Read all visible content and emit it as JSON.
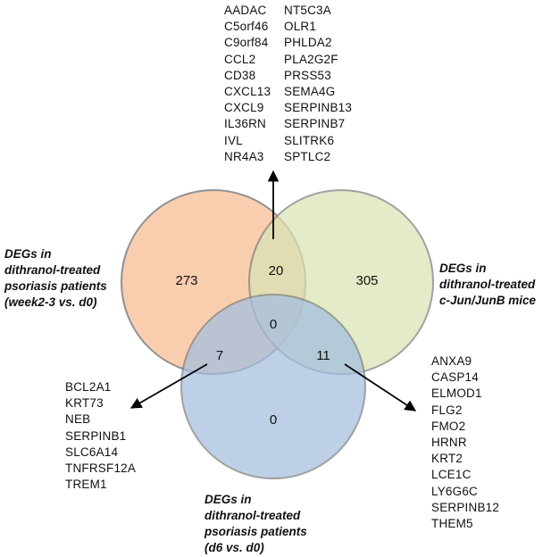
{
  "diagram": {
    "sets": [
      {
        "id": "week",
        "label_lines": [
          "DEGs in",
          "dithranol-treated",
          "psoriasis patients",
          "(week2-3 vs. d0)"
        ],
        "fill": "#f9c6a2",
        "stroke": "#7f7f7f"
      },
      {
        "id": "mice",
        "label_lines": [
          "DEGs in",
          "dithranol-treated",
          "c-Jun/JunB mice"
        ],
        "fill": "#d9e4b4",
        "stroke": "#7f7f7f"
      },
      {
        "id": "d6",
        "label_lines": [
          "DEGs in",
          "dithranol-treated",
          "psoriasis patients",
          "(d6 vs. d0)"
        ],
        "fill": "#a4bee0",
        "stroke": "#7f7f7f"
      }
    ],
    "counts": {
      "week_only": "273",
      "mice_only": "305",
      "d6_only": "0",
      "week_mice": "20",
      "week_d6": "7",
      "mice_d6": "11",
      "all_three": "0"
    },
    "gene_lists": {
      "week_mice": {
        "col1": [
          "AADAC",
          "C5orf46",
          "C9orf84",
          "CCL2",
          "CD38",
          "CXCL13",
          "CXCL9",
          "IL36RN",
          "IVL",
          "NR4A3"
        ],
        "col2": [
          "NT5C3A",
          "OLR1",
          "PHLDA2",
          "PLA2G2F",
          "PRSS53",
          "SEMA4G",
          "SERPINB13",
          "SERPINB7",
          "SLITRK6",
          "SPTLC2"
        ]
      },
      "week_d6": [
        "BCL2A1",
        "KRT73",
        "NEB",
        "SERPINB1",
        "SLC6A14",
        "TNFRSF12A",
        "TREM1"
      ],
      "mice_d6": [
        "ANXA9",
        "CASP14",
        "ELMOD1",
        "FLG2",
        "FMO2",
        "HRNR",
        "KRT2",
        "LCE1C",
        "LY6G6C",
        "SERPINB12",
        "THEM5"
      ]
    }
  }
}
